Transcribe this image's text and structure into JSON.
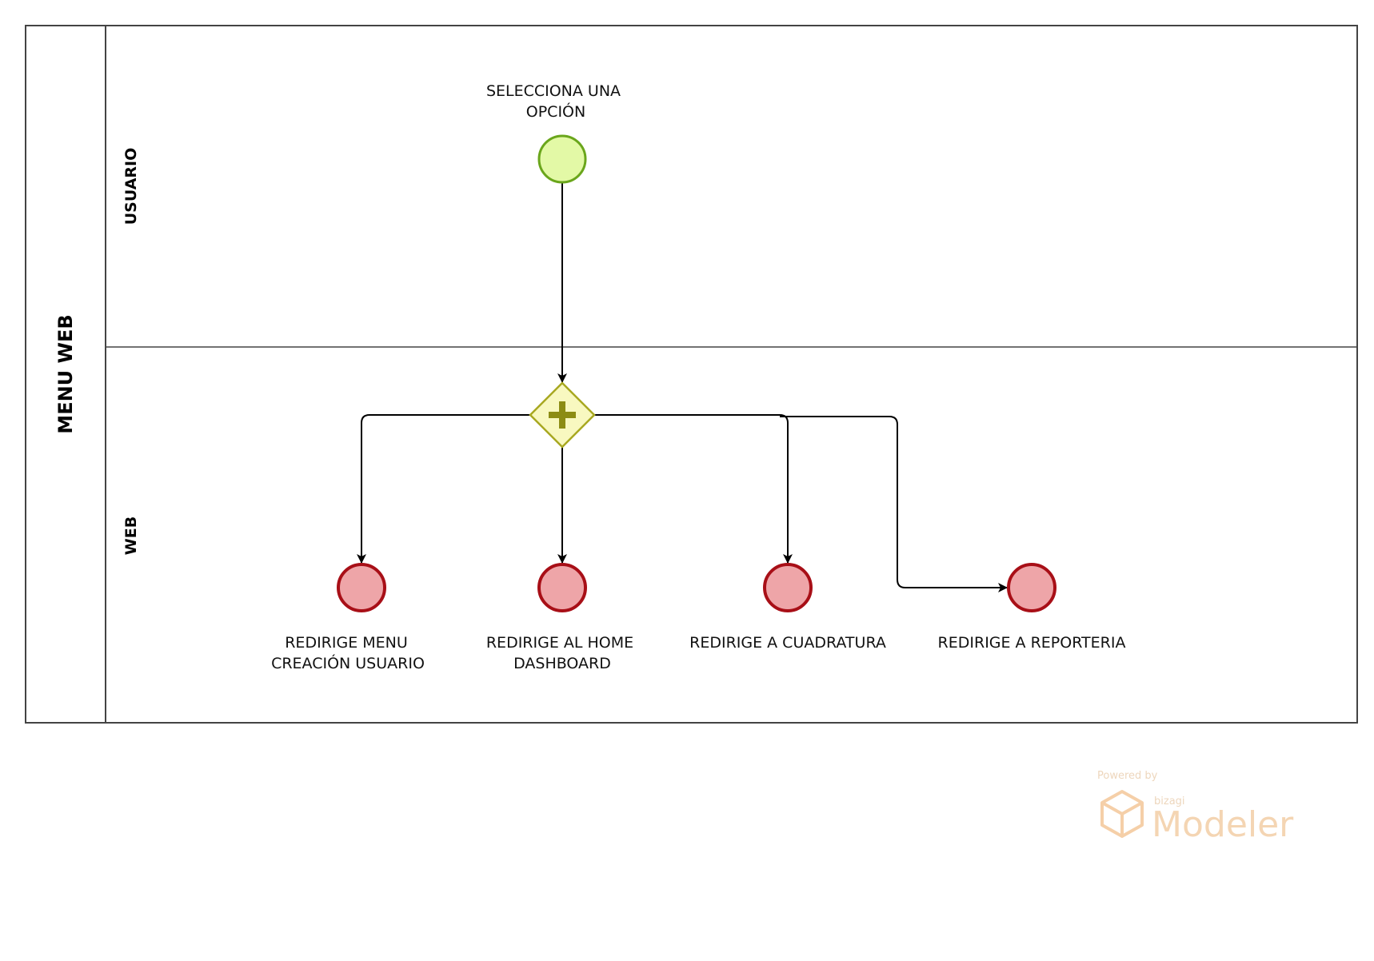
{
  "pool": {
    "label": "MENU WEB"
  },
  "lanes": [
    {
      "id": "usuario",
      "label": "USUARIO"
    },
    {
      "id": "web",
      "label": "WEB"
    }
  ],
  "start_event": {
    "label_lines": [
      "SELECCIONA UNA",
      "OPCIÓN"
    ]
  },
  "gateway": {
    "type": "parallel",
    "symbol": "+"
  },
  "end_events": [
    {
      "label_lines": [
        "REDIRIGE MENU",
        "CREACIÓN USUARIO"
      ]
    },
    {
      "label_lines": [
        "REDIRIGE AL HOME",
        "DASHBOARD"
      ]
    },
    {
      "label_lines": [
        "REDIRIGE A CUADRATURA"
      ]
    },
    {
      "label_lines": [
        "REDIRIGE A REPORTERIA"
      ]
    }
  ],
  "watermark": {
    "powered_by": "Powered by",
    "brand": "bizagi",
    "product": "Modeler"
  },
  "colors": {
    "start_fill": "#e3f9a6",
    "start_stroke": "#6aa61b",
    "end_fill": "#eea5a8",
    "end_stroke": "#a80f17",
    "gateway_fill": "#f8f8c0",
    "gateway_stroke": "#a8a821",
    "gateway_symbol": "#8c8c14",
    "line": "#000000",
    "border": "#444444"
  }
}
